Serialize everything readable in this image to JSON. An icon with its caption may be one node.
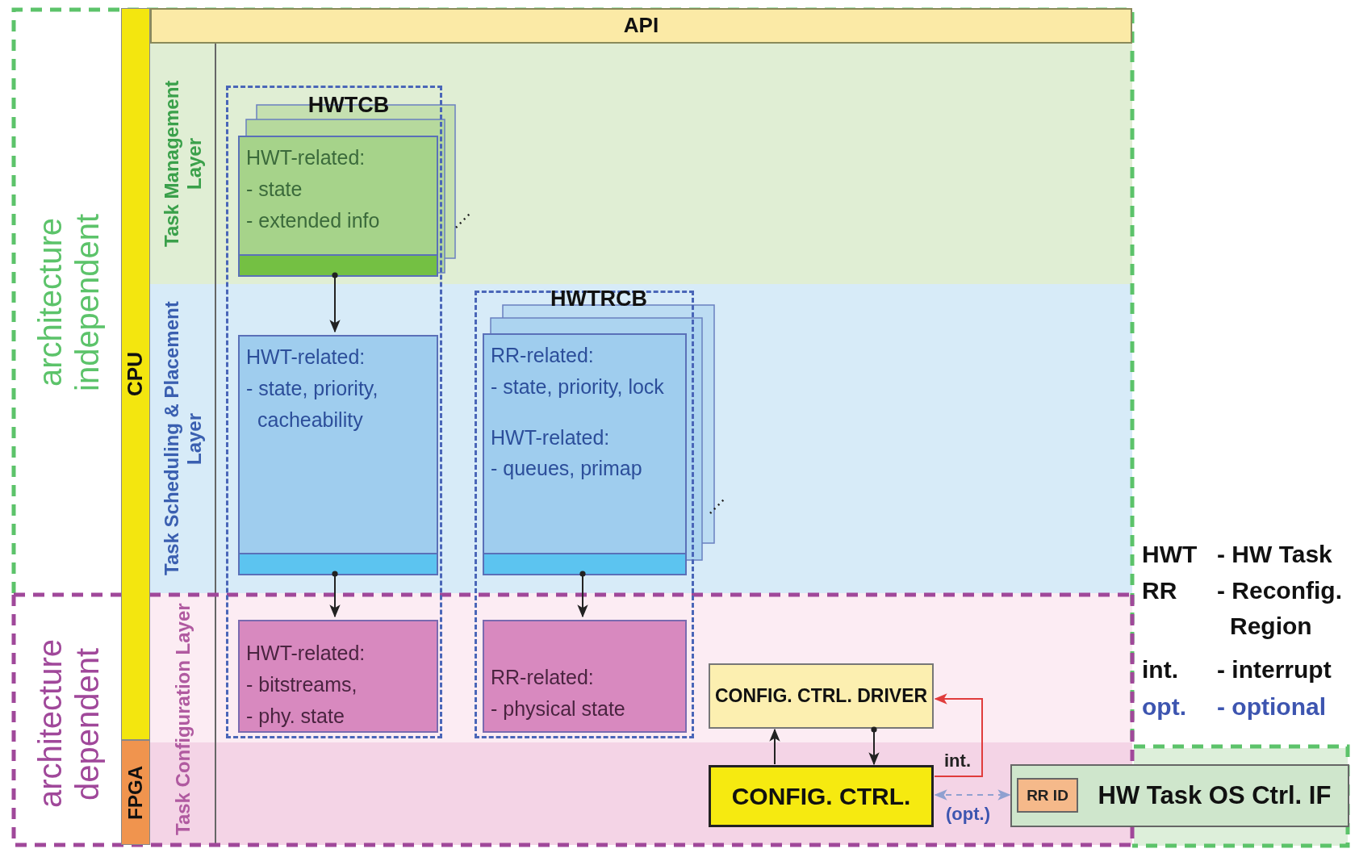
{
  "diagram": {
    "nodes": [
      {
        "text": [
          "API"
        ]
      },
      {
        "text": [
          "CPU"
        ]
      },
      {
        "text": [
          "FPGA"
        ]
      },
      {
        "text": [
          "HWTCB"
        ]
      },
      {
        "text": [
          "HWT-related:",
          "- state",
          "- extended info"
        ],
        "in": 3
      },
      {
        "text": [
          "HWT-related:",
          "- state, priority, cacheability"
        ],
        "in": 3
      },
      {
        "text": [
          "HWT-related:",
          "- bitstreams,",
          "- phy. state"
        ],
        "in": 3
      },
      {
        "text": [
          "HWTRCB"
        ]
      },
      {
        "text": [
          "RR-related:",
          "- state, priority, lock",
          "HWT-related:",
          "- queues, primap"
        ],
        "in": 7
      },
      {
        "text": [
          "RR-related:",
          "- physical state"
        ],
        "in": 7
      },
      {
        "text": [
          "CONFIG. CTRL. DRIVER"
        ]
      },
      {
        "text": [
          "CONFIG. CTRL."
        ]
      },
      {
        "text": [
          "HW Task OS Ctrl. IF"
        ]
      },
      {
        "text": [
          "RR ID"
        ],
        "in": 12
      }
    ],
    "edges": [
      {
        "from": 4,
        "to": 5,
        "arrow": "to"
      },
      {
        "from": 5,
        "to": 6,
        "arrow": "to"
      },
      {
        "from": 8,
        "to": 9,
        "arrow": "to"
      },
      {
        "from": 11,
        "to": 10,
        "arrow": "to"
      },
      {
        "from": 10,
        "to": 11,
        "arrow": "to"
      },
      {
        "from": 11,
        "to": 10,
        "arrow": "to",
        "label": "int.",
        "color": "#e03c3c"
      },
      {
        "from": 11,
        "to": 12,
        "arrow": "both",
        "label": "(opt.)",
        "style": "dashed",
        "color": "#8fa0d0"
      }
    ],
    "labels": [
      "architecture independent",
      "architecture dependent",
      "Task Management Layer",
      "Task Scheduling & Placement Layer",
      "Task Configuration Layer",
      "HWT",
      "- HW Task",
      "RR",
      "- Reconfig. Region",
      "int.",
      "- interrupt",
      "opt.",
      "- optional"
    ]
  }
}
